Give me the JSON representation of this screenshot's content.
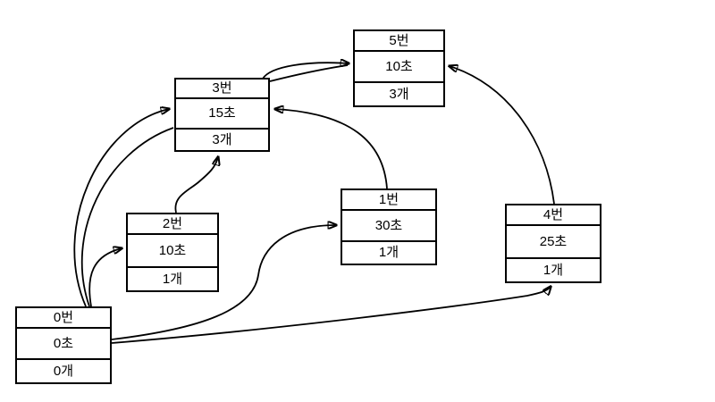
{
  "diagram": {
    "type": "node-graph",
    "colors": {
      "background": "#ffffff",
      "node_fill": "#ffffff",
      "line": "#000000",
      "text": "#000000"
    },
    "nodes": [
      {
        "id": "0",
        "label": "0번",
        "time": "0초",
        "count": "0개"
      },
      {
        "id": "1",
        "label": "1번",
        "time": "30초",
        "count": "1개"
      },
      {
        "id": "2",
        "label": "2번",
        "time": "10초",
        "count": "1개"
      },
      {
        "id": "3",
        "label": "3번",
        "time": "15초",
        "count": "3개"
      },
      {
        "id": "4",
        "label": "4번",
        "time": "25초",
        "count": "1개"
      },
      {
        "id": "5",
        "label": "5번",
        "time": "10초",
        "count": "3개"
      }
    ],
    "edges": [
      {
        "from": "0",
        "to": "3"
      },
      {
        "from": "0",
        "to": "3"
      },
      {
        "from": "0",
        "to": "2"
      },
      {
        "from": "0",
        "to": "1"
      },
      {
        "from": "0",
        "to": "4"
      },
      {
        "from": "2",
        "to": "3"
      },
      {
        "from": "1",
        "to": "3"
      },
      {
        "from": "3",
        "to": "5"
      },
      {
        "from": "3",
        "to": "5"
      },
      {
        "from": "4",
        "to": "5"
      }
    ]
  }
}
